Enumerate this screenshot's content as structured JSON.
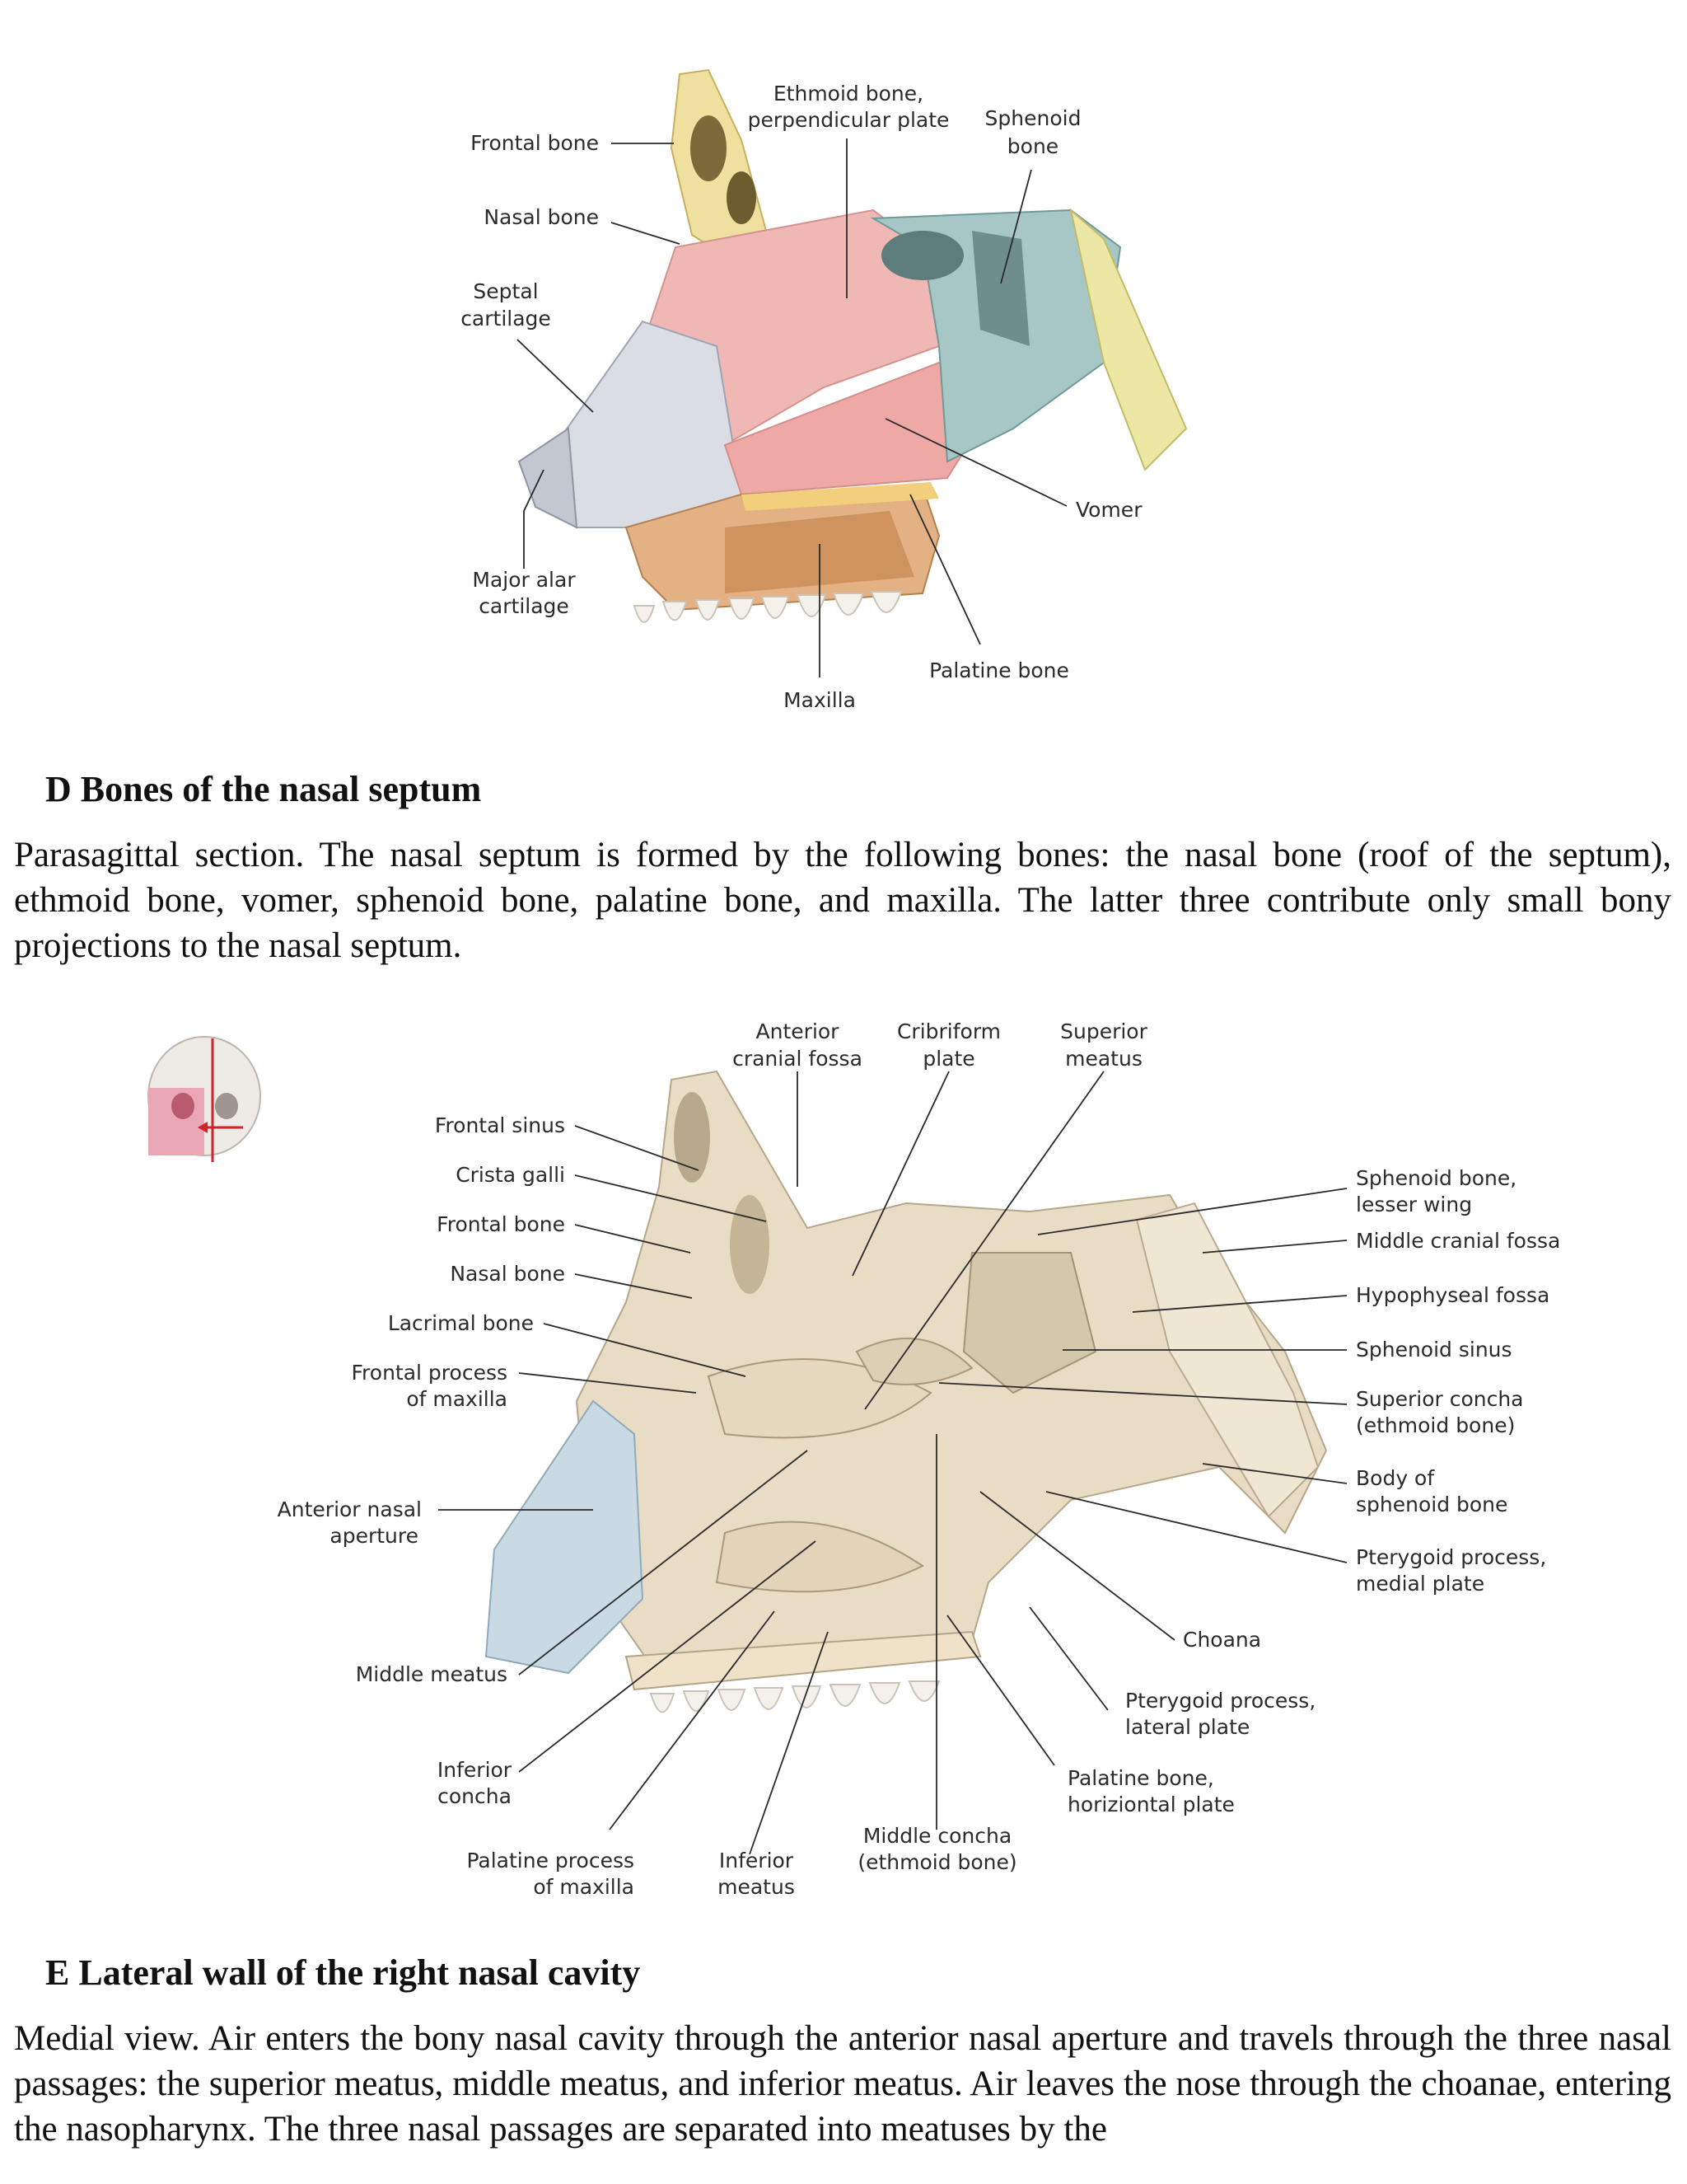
{
  "figure_d": {
    "labels": {
      "frontal_bone": "Frontal bone",
      "nasal_bone": "Nasal bone",
      "septal_cartilage_1": "Septal",
      "septal_cartilage_2": "cartilage",
      "ethmoid_1": "Ethmoid bone,",
      "ethmoid_2": "perpendicular plate",
      "sphenoid_1": "Sphenoid",
      "sphenoid_2": "bone",
      "vomer": "Vomer",
      "major_alar_1": "Major alar",
      "major_alar_2": "cartilage",
      "palatine_bone": "Palatine bone",
      "maxilla": "Maxilla"
    },
    "caption_title": "D Bones of the nasal septum",
    "caption_body": "Parasagittal section. The nasal septum is formed by the following bones: the nasal bone (roof of the septum), ethmoid bone, vomer, sphenoid bone, palatine bone, and maxilla. The latter three contribute only small bony projections to the nasal septum."
  },
  "figure_e": {
    "labels": {
      "anterior_cranial_fossa_1": "Anterior",
      "anterior_cranial_fossa_2": "cranial fossa",
      "cribriform_1": "Cribriform",
      "cribriform_2": "plate",
      "superior_meatus_1": "Superior",
      "superior_meatus_2": "meatus",
      "frontal_sinus": "Frontal sinus",
      "crista_galli": "Crista galli",
      "frontal_bone": "Frontal bone",
      "nasal_bone": "Nasal bone",
      "lacrimal_bone": "Lacrimal bone",
      "frontal_process_1": "Frontal process",
      "frontal_process_2": "of maxilla",
      "anterior_nasal_aperture_1": "Anterior nasal",
      "anterior_nasal_aperture_2": "aperture",
      "middle_meatus": "Middle meatus",
      "inferior_concha_1": "Inferior",
      "inferior_concha_2": "concha",
      "palatine_process_1": "Palatine process",
      "palatine_process_2": "of maxilla",
      "inferior_meatus_1": "Inferior",
      "inferior_meatus_2": "meatus",
      "middle_concha_1": "Middle concha",
      "middle_concha_2": "(ethmoid bone)",
      "palatine_horizontal_1": "Palatine bone,",
      "palatine_horizontal_2": "horiziontal plate",
      "pterygoid_lateral_1": "Pterygoid process,",
      "pterygoid_lateral_2": "lateral plate",
      "choana": "Choana",
      "sphenoid_lesser_1": "Sphenoid bone,",
      "sphenoid_lesser_2": "lesser wing",
      "middle_cranial_fossa": "Middle cranial fossa",
      "hypophyseal_fossa": "Hypophyseal fossa",
      "sphenoid_sinus": "Sphenoid sinus",
      "superior_concha_1": "Superior concha",
      "superior_concha_2": "(ethmoid bone)",
      "body_sphenoid_1": "Body of",
      "body_sphenoid_2": "sphenoid bone",
      "pterygoid_medial_1": "Pterygoid process,",
      "pterygoid_medial_2": "medial plate"
    },
    "caption_title": "E Lateral wall of the right nasal cavity",
    "caption_body": "Medial view. Air enters the bony nasal cavity through the anterior nasal aperture and travels through the three nasal passages: the superior meatus, middle meatus, and inferior meatus. Air leaves the nose through the choanae, entering the nasopharynx. The three nasal passages are separated into meatuses by the"
  }
}
